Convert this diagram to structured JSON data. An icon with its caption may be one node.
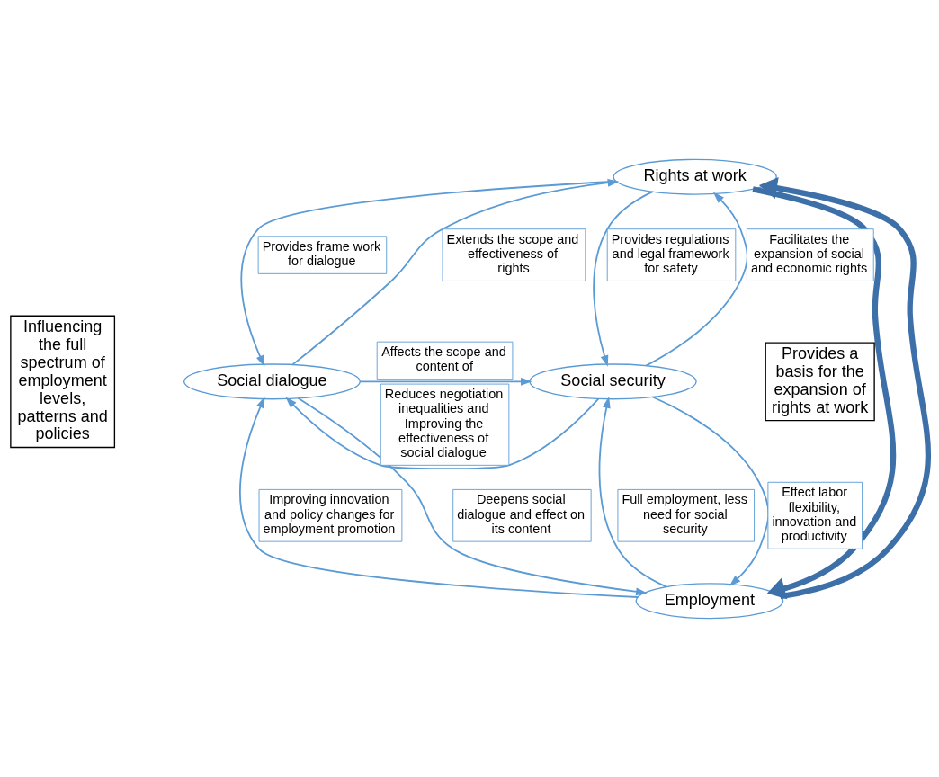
{
  "diagram": {
    "nodes": [
      {
        "text": [
          "Rights at work"
        ]
      },
      {
        "text": [
          "Social dialogue"
        ]
      },
      {
        "text": [
          "Social security"
        ]
      },
      {
        "text": [
          "Employment"
        ]
      },
      {
        "text": [
          "Influencing the full spectrum of employment levels, patterns and policies"
        ]
      },
      {
        "text": [
          "Provides a basis for the expansion of rights at work"
        ]
      }
    ],
    "edges": [
      {
        "from": 0,
        "to": 1,
        "arrow": "to",
        "label": "Provides frame work for dialogue"
      },
      {
        "from": 1,
        "to": 0,
        "arrow": "to",
        "label": "Extends the scope and effectiveness of rights"
      },
      {
        "from": 0,
        "to": 2,
        "arrow": "to",
        "label": "Provides regulations and legal framework for safety"
      },
      {
        "from": 2,
        "to": 0,
        "arrow": "to",
        "label": "Facilitates the expansion of social and economic rights"
      },
      {
        "from": 1,
        "to": 2,
        "arrow": "to",
        "label": "Affects the scope and content of"
      },
      {
        "from": 2,
        "to": 1,
        "arrow": "to",
        "label": "Reduces negotiation inequalities and Improving the effectiveness of social dialogue"
      },
      {
        "from": 3,
        "to": 1,
        "arrow": "to",
        "label": "Improving innovation and policy changes for employment promotion"
      },
      {
        "from": 1,
        "to": 3,
        "arrow": "to",
        "label": "Deepens social dialogue and effect on its content"
      },
      {
        "from": 3,
        "to": 2,
        "arrow": "to",
        "label": "Full employment, less need for social security"
      },
      {
        "from": 2,
        "to": 3,
        "arrow": "to",
        "label": "Effect labor flexibility, innovation and productivity"
      },
      {
        "from": 0,
        "to": 3,
        "arrow": "to",
        "style": "thick",
        "color": "#3d6fa8"
      },
      {
        "from": 3,
        "to": 0,
        "arrow": "to",
        "style": "thick",
        "color": "#3d6fa8"
      }
    ]
  }
}
